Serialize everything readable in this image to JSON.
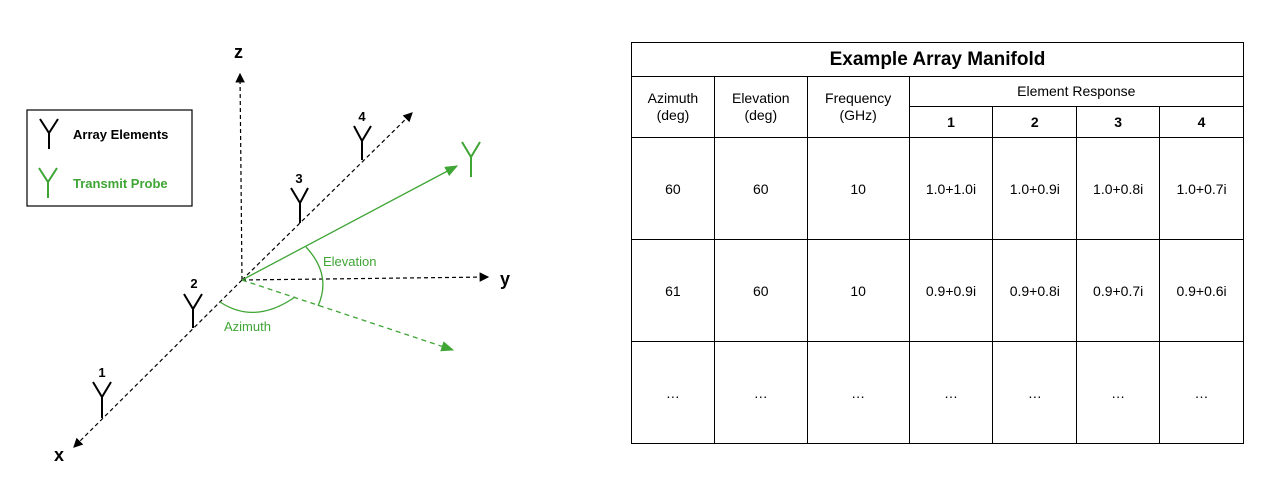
{
  "diagram": {
    "axes": {
      "x": "x",
      "y": "y",
      "z": "z"
    },
    "elements": [
      "1",
      "2",
      "3",
      "4"
    ],
    "legend": {
      "array_elements": "Array Elements",
      "transmit_probe": "Transmit Probe"
    },
    "angles": {
      "elevation": "Elevation",
      "azimuth": "Azimuth"
    },
    "colors": {
      "black": "#000000",
      "green": "#3fa535"
    }
  },
  "table": {
    "title": "Example Array Manifold",
    "headers": {
      "azimuth": "Azimuth",
      "azimuth_unit": "(deg)",
      "elevation": "Elevation",
      "elevation_unit": "(deg)",
      "frequency": "Frequency",
      "frequency_unit": "(GHz)",
      "element_response": "Element Response"
    },
    "element_columns": [
      "1",
      "2",
      "3",
      "4"
    ],
    "rows": [
      [
        "60",
        "60",
        "10",
        "1.0+1.0i",
        "1.0+0.9i",
        "1.0+0.8i",
        "1.0+0.7i"
      ],
      [
        "61",
        "60",
        "10",
        "0.9+0.9i",
        "0.9+0.8i",
        "0.9+0.7i",
        "0.9+0.6i"
      ],
      [
        "…",
        "…",
        "…",
        "…",
        "…",
        "…",
        "…"
      ]
    ]
  }
}
